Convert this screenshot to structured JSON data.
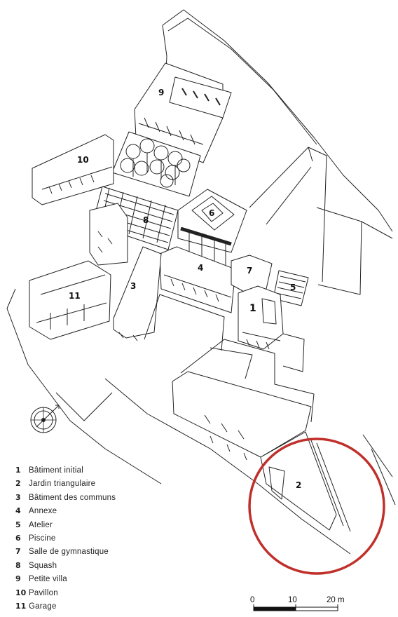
{
  "plan_labels": [
    {
      "id": "1",
      "text": "1"
    },
    {
      "id": "2",
      "text": "2"
    },
    {
      "id": "3",
      "text": "3"
    },
    {
      "id": "4",
      "text": "4"
    },
    {
      "id": "5",
      "text": "5"
    },
    {
      "id": "6",
      "text": "6"
    },
    {
      "id": "7",
      "text": "7"
    },
    {
      "id": "8",
      "text": "8"
    },
    {
      "id": "9",
      "text": "9"
    },
    {
      "id": "10",
      "text": "10"
    },
    {
      "id": "11",
      "text": "11"
    }
  ],
  "legend": [
    {
      "num": "1",
      "text": "Bâtiment initial"
    },
    {
      "num": "2",
      "text": "Jardin triangulaire"
    },
    {
      "num": "3",
      "text": "Bâtiment des communs"
    },
    {
      "num": "4",
      "text": "Annexe"
    },
    {
      "num": "5",
      "text": "Atelier"
    },
    {
      "num": "6",
      "text": "Piscine"
    },
    {
      "num": "7",
      "text": "Salle de gymnastique"
    },
    {
      "num": "8",
      "text": "Squash"
    },
    {
      "num": "9",
      "text": "Petite villa"
    },
    {
      "num": "10",
      "text": "Pavillon"
    },
    {
      "num": "11",
      "text": "Garage"
    }
  ],
  "scale": {
    "ticks": [
      "0",
      "10",
      "20 m"
    ]
  },
  "colors": {
    "ink": "#222222",
    "highlight": "#c0302b"
  },
  "icons": {
    "north": "compass-icon"
  }
}
